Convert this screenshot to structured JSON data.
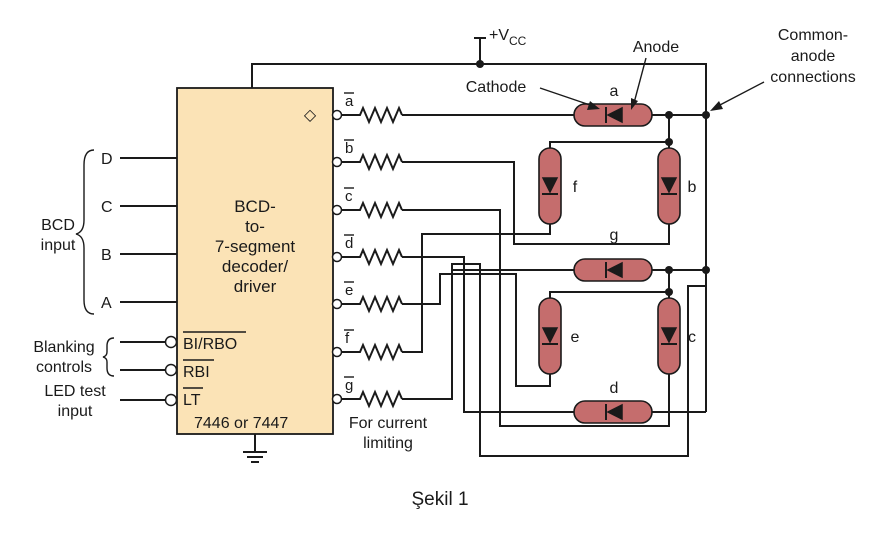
{
  "chip": {
    "title_lines": [
      "BCD-",
      "to-",
      "7-segment",
      "decoder/",
      "driver"
    ],
    "part_number": "7446 or 7447",
    "bi_rbo": "BI/RBO",
    "rbi": "RBI",
    "lt": "LT",
    "open_collector_symbol": "◇"
  },
  "inputs": {
    "bcd_letters": [
      "D",
      "C",
      "B",
      "A"
    ],
    "bcd_group_label": [
      "BCD",
      "input"
    ]
  },
  "controls": {
    "blanking_label": [
      "Blanking",
      "controls"
    ],
    "led_test_label": [
      "LED test",
      "input"
    ]
  },
  "outputs": [
    "a",
    "b",
    "c",
    "d",
    "e",
    "f",
    "g"
  ],
  "segments": [
    "a",
    "b",
    "c",
    "d",
    "e",
    "f",
    "g"
  ],
  "labels": {
    "vcc": "+V",
    "vcc_sub": "CC",
    "anode": "Anode",
    "cathode": "Cathode",
    "common_anode": [
      "Common-",
      "anode",
      "connections"
    ],
    "current_limiting": [
      "For current",
      "limiting"
    ]
  },
  "caption": "Şekil 1",
  "colors": {
    "chip_fill": "#fbe3b6",
    "segment_fill": "#c56d6d",
    "wire": "#1a1a1a"
  }
}
